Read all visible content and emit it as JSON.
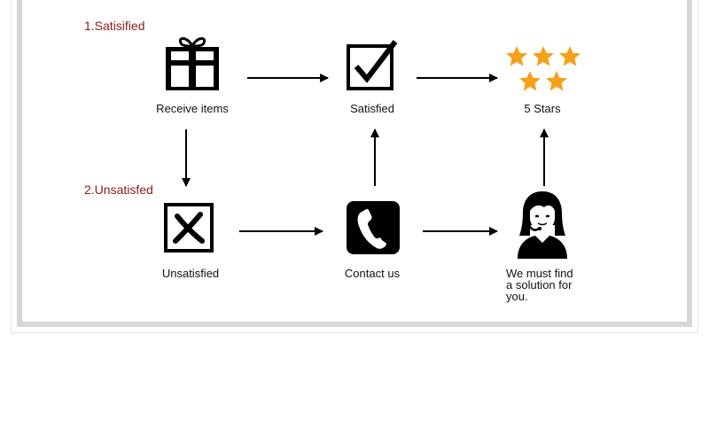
{
  "sections": {
    "satisfied_title": "1.Satisified",
    "unsatisfied_title": "2.Unsatisfed"
  },
  "nodes": {
    "receive": "Receive items",
    "satisfied": "Satisfied",
    "five_stars": "5 Stars",
    "unsatisfied": "Unsatisfied",
    "contact": "Contact us",
    "solution_lines": [
      "We must find",
      "a solution for",
      "you."
    ]
  },
  "colors": {
    "section_title": "#8b1a1a",
    "star": "#f5a01a",
    "icon": "#000000"
  },
  "icons": {
    "receive": "gift-icon",
    "satisfied": "checkbox-check-icon",
    "five_stars": "five-stars-icon",
    "unsatisfied": "checkbox-x-icon",
    "contact": "phone-icon",
    "solution": "support-agent-icon"
  }
}
